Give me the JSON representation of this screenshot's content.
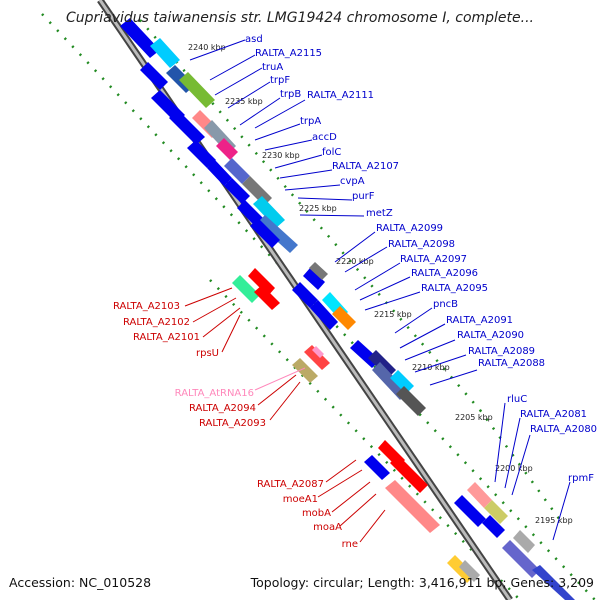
{
  "title": "Cupriavidus taiwanensis str. LMG19424 chromosome I, complete...",
  "footer": {
    "accession": "Accession: NC_010528",
    "topology": "Topology: circular; Length: 3,416,911 bp; Genes: 3,209"
  },
  "colors": {
    "forward_label": "#0000cc",
    "reverse_label": "#cc0000",
    "rna_label": "#ff88bb",
    "backbone": "#888888",
    "ticks": "#228b22"
  },
  "ruler": [
    "2240 kbp",
    "2235 kbp",
    "2230 kbp",
    "2225 kbp",
    "2220 kbp",
    "2215 kbp",
    "2210 kbp",
    "2205 kbp",
    "2200 kbp",
    "2195 kbp"
  ],
  "forward_genes": [
    "asd",
    "RALTA_A2115",
    "truA",
    "trpF",
    "trpB",
    "RALTA_A2111",
    "trpA",
    "accD",
    "folC",
    "RALTA_A2107",
    "cvpA",
    "purF",
    "metZ",
    "RALTA_A2099",
    "RALTA_A2098",
    "RALTA_A2097",
    "RALTA_A2096",
    "RALTA_A2095",
    "pncB",
    "RALTA_A2091",
    "RALTA_A2090",
    "RALTA_A2089",
    "RALTA_A2088",
    "rluC",
    "RALTA_A2081",
    "RALTA_A2080",
    "rpmF"
  ],
  "reverse_genes": [
    "RALTA_A2103",
    "RALTA_A2102",
    "RALTA_A2101",
    "rpsU",
    "RALTA_AtRNA16",
    "RALTA_A2094",
    "RALTA_A2093",
    "RALTA_A2087",
    "moeA1",
    "mobA",
    "moaA",
    "rne"
  ]
}
